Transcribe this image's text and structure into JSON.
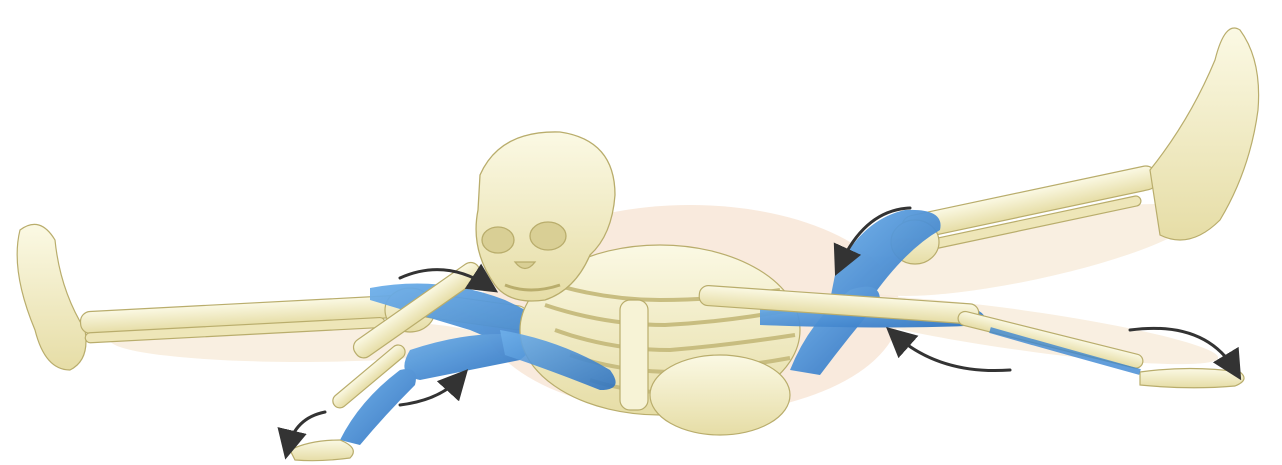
{
  "image": {
    "subject": "skeleton-muscle-anatomy",
    "colors": {
      "background": "#ffffff",
      "bone": "#f3efc8",
      "bone_shadow": "#d8cf94",
      "bone_outline": "#b9ad6c",
      "muscle": "#3b86d2",
      "muscle_light": "#7fb8ea",
      "body_glow": "#f4d9c2",
      "arrow": "#333333"
    },
    "icons": [
      "curved-arrow",
      "curved-arrow",
      "curved-arrow",
      "curved-arrow",
      "curved-arrow",
      "curved-arrow"
    ]
  }
}
